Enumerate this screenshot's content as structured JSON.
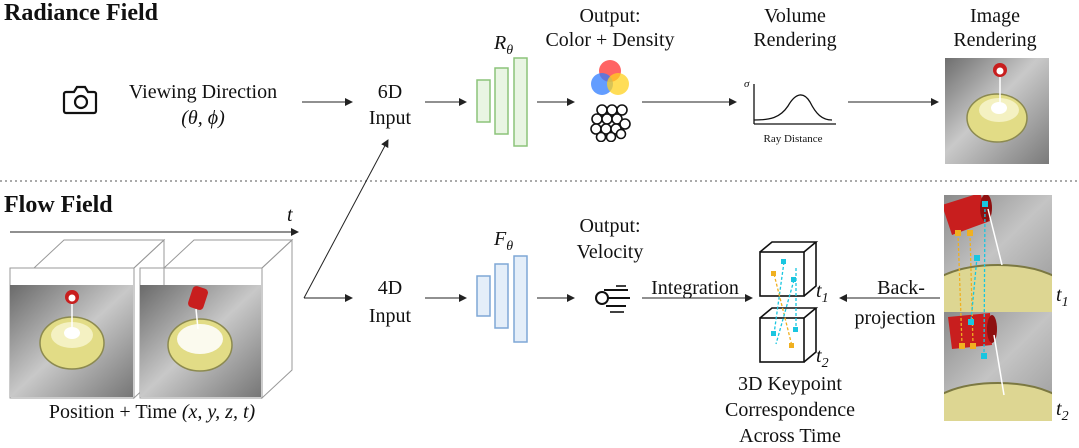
{
  "radiance": {
    "title": "Radiance Field",
    "viewing_direction": "Viewing Direction",
    "viewing_vars": "(θ, ϕ)",
    "input_line1": "6D",
    "input_line2": "Input",
    "network_symbol": "R",
    "network_subscript": "θ",
    "output_line1": "Output:",
    "output_line2": "Color + Density",
    "volume_line1": "Volume",
    "volume_line2": "Rendering",
    "plot_axis_y": "σ",
    "plot_axis_x": "Ray Distance",
    "image_line1": "Image",
    "image_line2": "Rendering"
  },
  "flow": {
    "title": "Flow Field",
    "time_axis": "t",
    "position_time": "Position + Time",
    "position_vars": "(x, y, z, t)",
    "input_line1": "4D",
    "input_line2": "Input",
    "network_symbol": "F",
    "network_subscript": "θ",
    "output_line1": "Output:",
    "output_line2": "Velocity",
    "integration": "Integration",
    "t1": "t",
    "t1_sub": "1",
    "t2": "t",
    "t2_sub": "2",
    "back_line1": "Back-",
    "back_line2": "projection",
    "keypoint_line1": "3D Keypoint",
    "keypoint_line2": "Correspondence",
    "keypoint_line3": "Across Time",
    "right_t1": "t",
    "right_t1_sub": "1",
    "right_t2": "t",
    "right_t2_sub": "2"
  },
  "colors": {
    "green_net": "#8cc47a",
    "blue_net": "#7fa7d6",
    "keypoint_cyan": "#19c6e0",
    "keypoint_orange": "#f0b020",
    "red_cup": "#c81e1e",
    "bowl": "#e6e08a"
  }
}
